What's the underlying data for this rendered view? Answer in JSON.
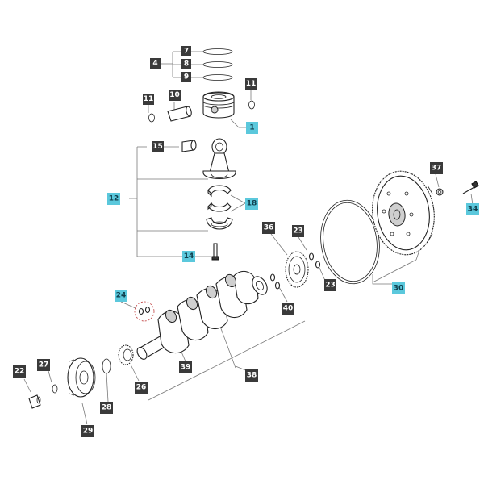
{
  "colors": {
    "callout_dark": "#3a3a3a",
    "callout_highlight": "#5bc8dc",
    "line": "#7a7a7a",
    "ink": "#222222"
  },
  "callouts": [
    {
      "id": "c1",
      "label": "1",
      "highlight": true
    },
    {
      "id": "c4",
      "label": "4",
      "highlight": false
    },
    {
      "id": "c7",
      "label": "7",
      "highlight": false
    },
    {
      "id": "c8",
      "label": "8",
      "highlight": false
    },
    {
      "id": "c9",
      "label": "9",
      "highlight": false
    },
    {
      "id": "c10",
      "label": "10",
      "highlight": false
    },
    {
      "id": "c11a",
      "label": "11",
      "highlight": false
    },
    {
      "id": "c11b",
      "label": "11",
      "highlight": false
    },
    {
      "id": "c12",
      "label": "12",
      "highlight": true
    },
    {
      "id": "c14",
      "label": "14",
      "highlight": true
    },
    {
      "id": "c15",
      "label": "15",
      "highlight": false
    },
    {
      "id": "c18",
      "label": "18",
      "highlight": true
    },
    {
      "id": "c22",
      "label": "22",
      "highlight": false
    },
    {
      "id": "c23a",
      "label": "23",
      "highlight": false
    },
    {
      "id": "c23b",
      "label": "23",
      "highlight": false
    },
    {
      "id": "c24",
      "label": "24",
      "highlight": true
    },
    {
      "id": "c26",
      "label": "26",
      "highlight": false
    },
    {
      "id": "c27",
      "label": "27",
      "highlight": false
    },
    {
      "id": "c28",
      "label": "28",
      "highlight": false
    },
    {
      "id": "c29",
      "label": "29",
      "highlight": false
    },
    {
      "id": "c30",
      "label": "30",
      "highlight": true
    },
    {
      "id": "c34",
      "label": "34",
      "highlight": true
    },
    {
      "id": "c36",
      "label": "36",
      "highlight": false
    },
    {
      "id": "c37",
      "label": "37",
      "highlight": false
    },
    {
      "id": "c38",
      "label": "38",
      "highlight": false
    },
    {
      "id": "c39",
      "label": "39",
      "highlight": false
    },
    {
      "id": "c40",
      "label": "40",
      "highlight": false
    }
  ]
}
